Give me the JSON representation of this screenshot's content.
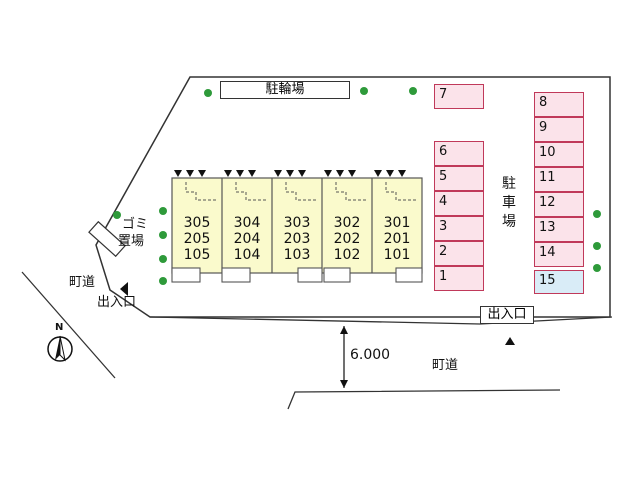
{
  "labels": {
    "bicycle_parking": "駐輪場",
    "parking_lot": [
      "駐",
      "車",
      "場"
    ],
    "garbage": [
      "ゴ",
      "ミ",
      "置",
      "場"
    ],
    "town_road_left": "町道",
    "town_road_bottom": "町道",
    "exit_left": "出入口",
    "exit_right": "出入口",
    "road_width": "6.000",
    "north": "N"
  },
  "units": [
    {
      "col": "305",
      "floors": [
        "305",
        "205",
        "105"
      ]
    },
    {
      "col": "304",
      "floors": [
        "304",
        "204",
        "104"
      ]
    },
    {
      "col": "303",
      "floors": [
        "303",
        "203",
        "103"
      ]
    },
    {
      "col": "302",
      "floors": [
        "302",
        "202",
        "102"
      ]
    },
    {
      "col": "301",
      "floors": [
        "301",
        "201",
        "101"
      ]
    }
  ],
  "parking_left": [
    "7",
    "6",
    "5",
    "4",
    "3",
    "2",
    "1"
  ],
  "parking_right": [
    "8",
    "9",
    "10",
    "11",
    "12",
    "13",
    "14",
    "15"
  ],
  "colors": {
    "parking_fill": "#fbe3ea",
    "parking_border": "#c0395a",
    "highlight_fill": "#d9ecf7",
    "building_fill": "#fafacc",
    "tree": "#2e9a3a"
  }
}
